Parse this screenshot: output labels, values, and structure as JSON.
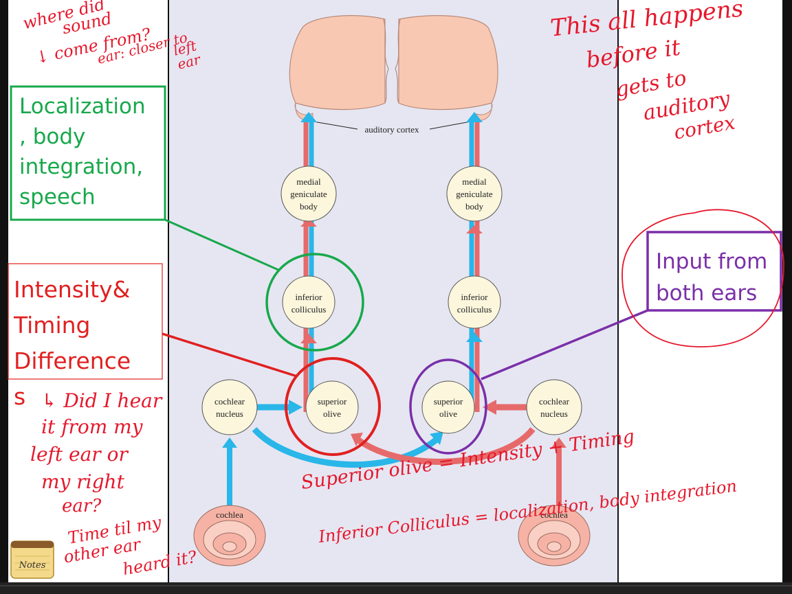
{
  "diagram": {
    "printed_labels": {
      "auditory_cortex": "auditory cortex",
      "medial_geniculate_left": [
        "medial",
        "geniculate",
        "body"
      ],
      "medial_geniculate_right": [
        "medial",
        "geniculate",
        "body"
      ],
      "inferior_colliculus_left": [
        "inferior",
        "colliculus"
      ],
      "inferior_colliculus_right": [
        "inferior",
        "colliculus"
      ],
      "superior_olive_left": [
        "superior",
        "olive"
      ],
      "superior_olive_right": [
        "superior",
        "olive"
      ],
      "cochlear_nucleus_left": [
        "cochlear",
        "nucleus"
      ],
      "cochlear_nucleus_right": [
        "cochlear",
        "nucleus"
      ],
      "cochlea_left": "cochlea",
      "cochlea_right": "cochlea"
    },
    "colors": {
      "blue_path": "#29b6e8",
      "red_path": "#e66a6a",
      "node_fill": "#fbf6dc",
      "brain_fill": "#f9c8b2",
      "panel_bg": "#e6e6f2",
      "green_annotation": "#18a84c",
      "red_annotation": "#e02020",
      "purple_annotation": "#7a2fa8"
    }
  },
  "annotations": {
    "green_box": [
      ", body",
      "integration,",
      "speech"
    ],
    "green_box_first": "Localization",
    "red_box": [
      "Intensity&",
      "Timing",
      "Difference"
    ],
    "red_box_tail": "s",
    "purple_box": [
      "Input from",
      "both ears"
    ]
  },
  "handwriting": {
    "top_left": [
      "where did",
      "sound",
      "↓ come from?",
      "ear: closer to",
      "left",
      "ear"
    ],
    "top_right": [
      "This all happens",
      "before it",
      "gets to",
      "auditory",
      "cortex"
    ],
    "left_note": [
      "↳ Did I hear",
      "it from my",
      "left ear or",
      "my right",
      "ear?",
      "Time til my",
      "other ear",
      "heard it?"
    ],
    "bottom_1": "Superior olive = Intensity + Timing",
    "bottom_2": "Inferior Colliculus = localization, body integration"
  },
  "app": {
    "notes_icon_label": "Notes"
  }
}
